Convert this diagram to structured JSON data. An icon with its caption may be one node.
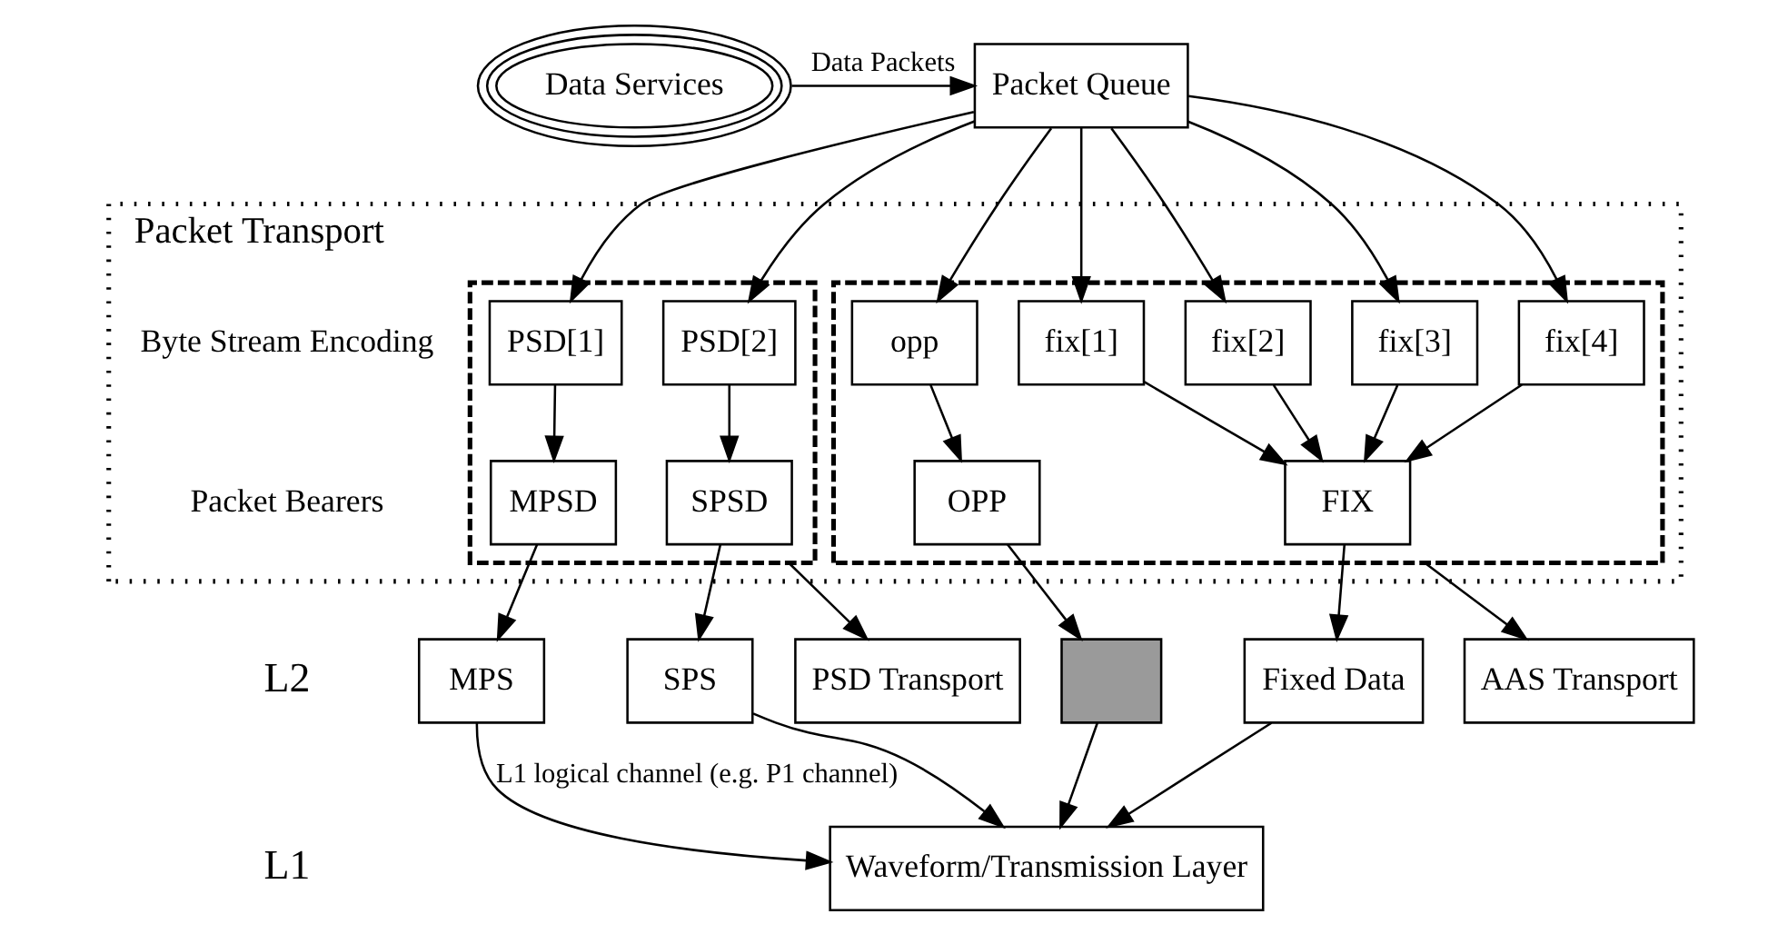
{
  "diagram": {
    "nodes": [
      {
        "text": [
          "Data Services"
        ]
      },
      {
        "text": [
          "Packet Queue"
        ]
      },
      {
        "text": [
          "Packet Transport"
        ]
      },
      {
        "text": [],
        "shape": "box",
        "in": 2
      },
      {
        "text": [],
        "shape": "box",
        "in": 2
      },
      {
        "text": [
          "PSD[1]"
        ],
        "in": 3
      },
      {
        "text": [
          "PSD[2]"
        ],
        "in": 3
      },
      {
        "text": [
          "MPSD"
        ],
        "in": 3
      },
      {
        "text": [
          "SPSD"
        ],
        "in": 3
      },
      {
        "text": [
          "opp"
        ],
        "in": 4
      },
      {
        "text": [
          "fix[1]"
        ],
        "in": 4
      },
      {
        "text": [
          "fix[2]"
        ],
        "in": 4
      },
      {
        "text": [
          "fix[3]"
        ],
        "in": 4
      },
      {
        "text": [
          "fix[4]"
        ],
        "in": 4
      },
      {
        "text": [
          "OPP"
        ],
        "in": 4
      },
      {
        "text": [
          "FIX"
        ],
        "in": 4
      },
      {
        "text": [
          "MPS"
        ]
      },
      {
        "text": [
          "SPS"
        ]
      },
      {
        "text": [],
        "shape": "box"
      },
      {
        "text": [
          "Fixed Data"
        ]
      },
      {
        "text": [
          "Waveform/Transmission Layer"
        ]
      },
      {
        "text": [
          "PSD Transport"
        ]
      },
      {
        "text": [
          "AAS Transport"
        ]
      }
    ],
    "edges": [
      {
        "from": 0,
        "to": 1,
        "arrow": "to",
        "label": "Data Packets"
      },
      {
        "from": 1,
        "to": 5,
        "arrow": "to"
      },
      {
        "from": 1,
        "to": 6,
        "arrow": "to"
      },
      {
        "from": 1,
        "to": 9,
        "arrow": "to"
      },
      {
        "from": 1,
        "to": 10,
        "arrow": "to"
      },
      {
        "from": 1,
        "to": 11,
        "arrow": "to"
      },
      {
        "from": 1,
        "to": 12,
        "arrow": "to"
      },
      {
        "from": 1,
        "to": 13,
        "arrow": "to"
      },
      {
        "from": 5,
        "to": 7,
        "arrow": "to"
      },
      {
        "from": 6,
        "to": 8,
        "arrow": "to"
      },
      {
        "from": 9,
        "to": 14,
        "arrow": "to"
      },
      {
        "from": 10,
        "to": 15,
        "arrow": "to"
      },
      {
        "from": 11,
        "to": 15,
        "arrow": "to"
      },
      {
        "from": 12,
        "to": 15,
        "arrow": "to"
      },
      {
        "from": 13,
        "to": 15,
        "arrow": "to"
      },
      {
        "from": 7,
        "to": 16,
        "arrow": "to"
      },
      {
        "from": 8,
        "to": 17,
        "arrow": "to"
      },
      {
        "from": 14,
        "to": 18,
        "arrow": "to"
      },
      {
        "from": 15,
        "to": 19,
        "arrow": "to"
      },
      {
        "from": 3,
        "to": 21,
        "arrow": "to"
      },
      {
        "from": 4,
        "to": 22,
        "arrow": "to"
      },
      {
        "from": 16,
        "to": 20,
        "arrow": "to",
        "label": "L1 logical channel (e.g. P1 channel)"
      },
      {
        "from": 17,
        "to": 20,
        "arrow": "to"
      },
      {
        "from": 18,
        "to": 20,
        "arrow": "to"
      },
      {
        "from": 19,
        "to": 20,
        "arrow": "to"
      }
    ],
    "labels": [
      "Byte Stream Encoding",
      "Packet Bearers",
      "L2",
      "L1"
    ]
  }
}
